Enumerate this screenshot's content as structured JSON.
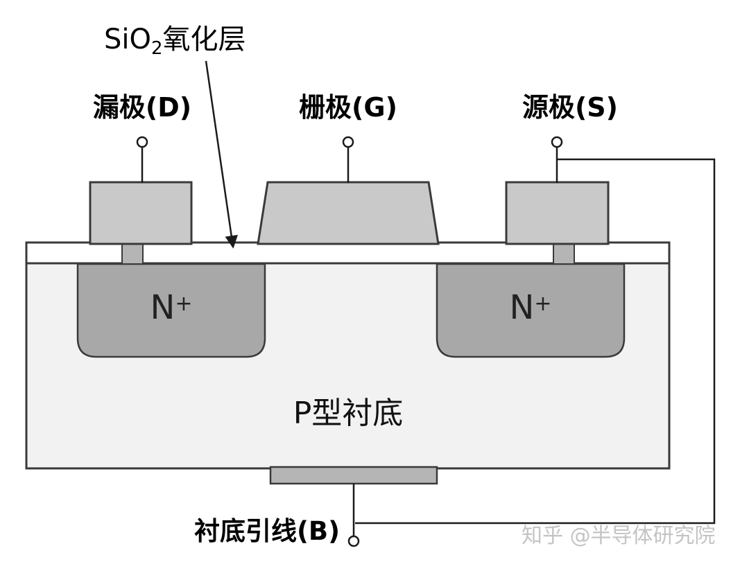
{
  "palette": {
    "background": "#ffffff",
    "substrate_fill": "#f2f2f2",
    "electrode_fill": "#c9c9c9",
    "n_region_fill": "#a8a8a8",
    "contact_fill": "#b5b5b5",
    "outline": "#3a3a3a",
    "wire": "#1a1a1a",
    "watermark": "#c4c4c4"
  },
  "labels": {
    "oxide": {
      "prefix": "SiO",
      "sub": "2",
      "suffix": "氧化层"
    },
    "drain": "漏极(D)",
    "gate": "栅极(G)",
    "source": "源极(S)",
    "n_left": {
      "base": "N",
      "sup": "+"
    },
    "n_right": {
      "base": "N",
      "sup": "+"
    },
    "substrate": "P型衬底",
    "body": "衬底引线(B)",
    "watermark": "知乎 @半导体研究院"
  }
}
